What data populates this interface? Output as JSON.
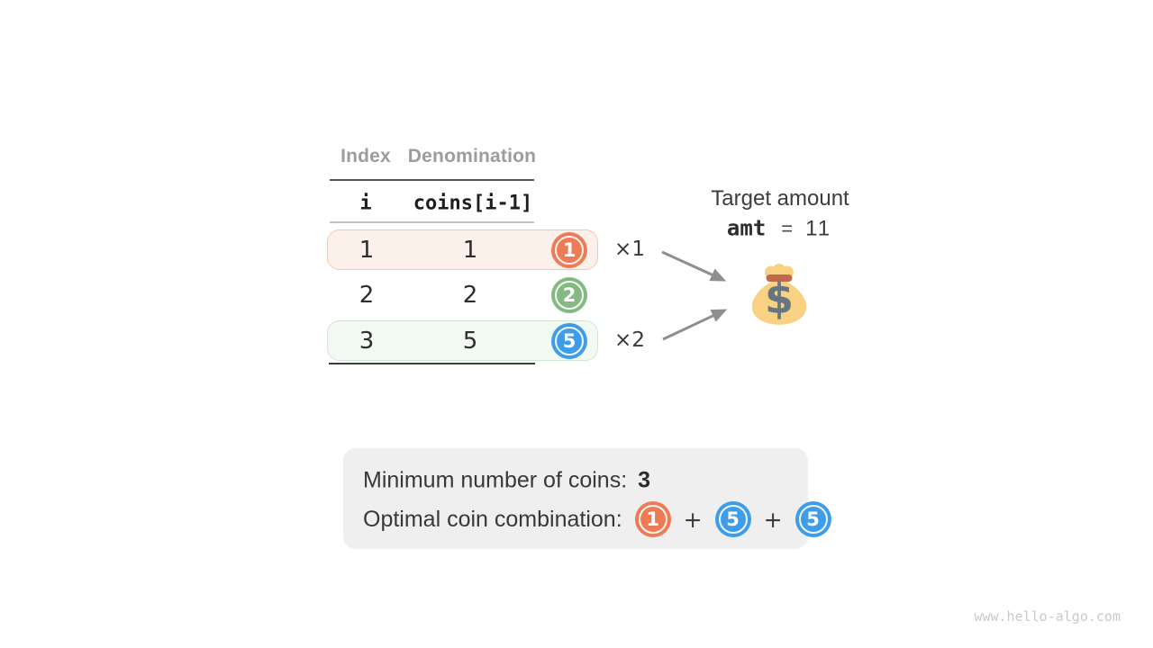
{
  "table": {
    "column_headers": {
      "index": "Index",
      "denomination": "Denomination"
    },
    "code_headers": {
      "index": "i",
      "denomination": "coins[i-1]"
    },
    "rows": [
      {
        "index": "1",
        "denomination": "1",
        "coin": {
          "label": "1",
          "color": "#EE7B55"
        },
        "highlight_background": "#FCF1EA",
        "highlight_border": "#F5C9AE"
      },
      {
        "index": "2",
        "denomination": "2",
        "coin": {
          "label": "2",
          "color": "#83B983"
        },
        "highlight_background": "transparent",
        "highlight_border": "transparent"
      },
      {
        "index": "3",
        "denomination": "5",
        "coin": {
          "label": "5",
          "color": "#3E9CE9"
        },
        "highlight_background": "#F2F8F2",
        "highlight_border": "#D2E6D2"
      }
    ]
  },
  "multipliers": {
    "row1": "×1",
    "row3": "×2"
  },
  "target": {
    "title": "Target amount",
    "variable": "amt",
    "equals": "=",
    "value": "11"
  },
  "money_bag": {
    "dollar_sign": "$",
    "body_color": "#F8D182",
    "tie_color": "#C1694F",
    "dollar_color": "#66757F"
  },
  "arrows": {
    "color": "#8F8F8F"
  },
  "summary": {
    "background_color": "#EFEFEF",
    "min_coins_label": "Minimum number of coins:",
    "min_coins_value": "3",
    "combination_label": "Optimal coin combination:",
    "separator": "+",
    "combination_coins": [
      {
        "label": "1",
        "color": "#EE7B55"
      },
      {
        "label": "5",
        "color": "#3E9CE9"
      },
      {
        "label": "5",
        "color": "#3E9CE9"
      }
    ]
  },
  "watermark": "www.hello-algo.com"
}
